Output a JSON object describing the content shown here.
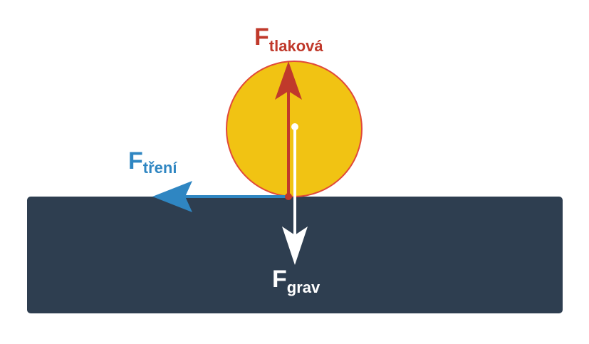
{
  "labels": {
    "normal_main": "F",
    "normal_sub": "tlaková",
    "friction_main": "F",
    "friction_sub": "tření",
    "gravity_main": "F",
    "gravity_sub": "grav"
  },
  "colors": {
    "background": "#ffffff",
    "ground": "#2e3e50",
    "ball_fill": "#f1c313",
    "ball_stroke": "#e0493a",
    "normal_force": "#c0392b",
    "friction_force": "#2f86c2",
    "gravity_force": "#ffffff"
  }
}
